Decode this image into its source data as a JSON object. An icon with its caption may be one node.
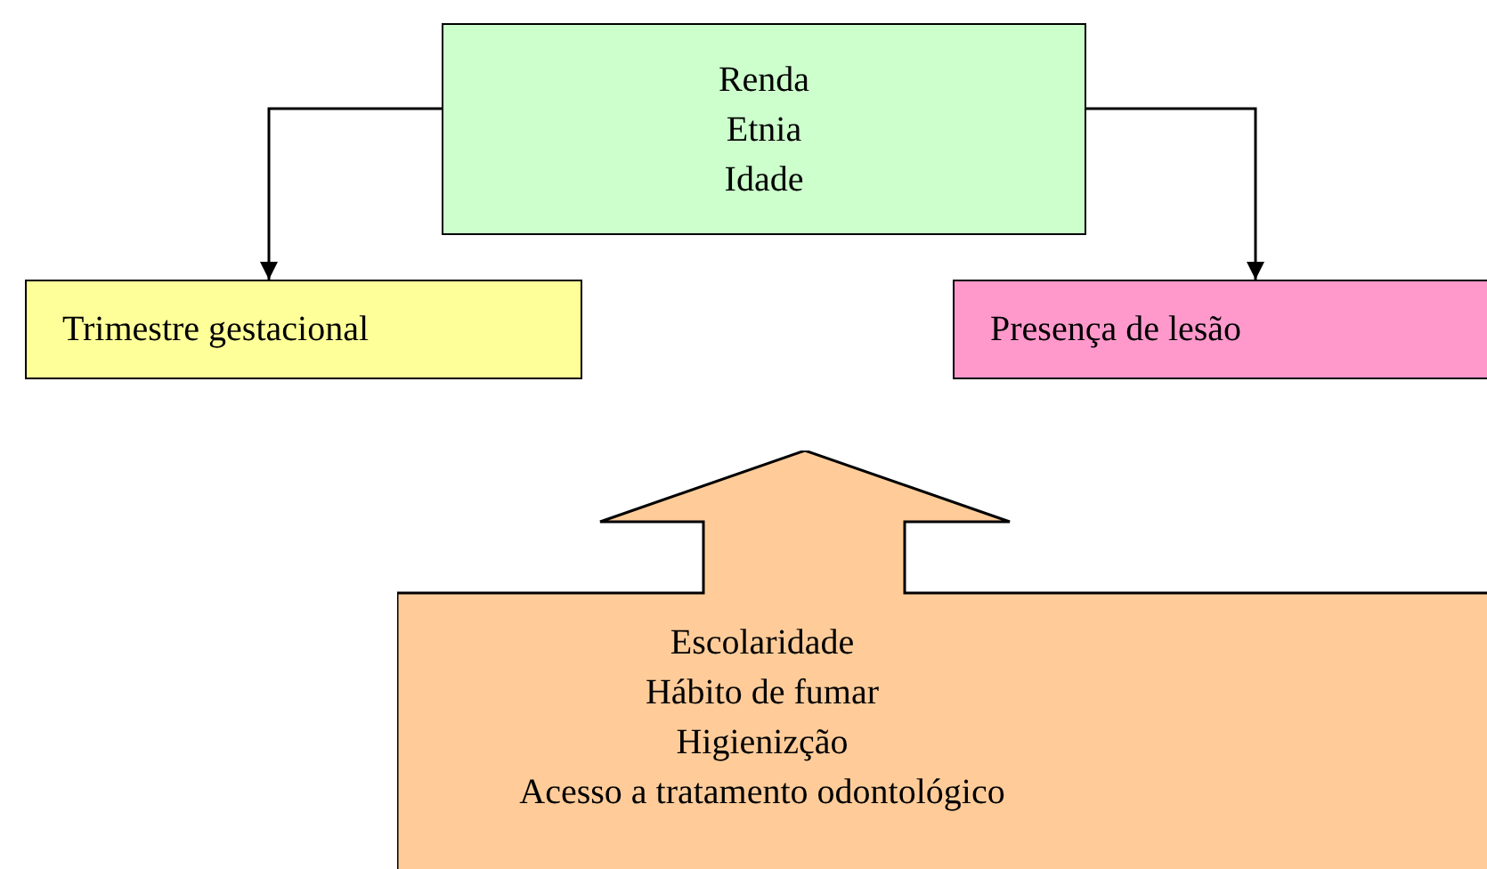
{
  "diagram": {
    "nodes": [
      {
        "text": [
          "Renda",
          "Etnia",
          "Idade"
        ]
      },
      {
        "text": [
          "Trimestre gestacional"
        ]
      },
      {
        "text": [
          "Presença de lesão"
        ]
      },
      {
        "text": [
          "Escolaridade",
          "Hábito de fumar",
          "Higienizção",
          "Acesso a tratamento odontológico"
        ]
      }
    ],
    "edges": [
      {
        "from": 0,
        "to": 1,
        "arrow": "to"
      },
      {
        "from": 0,
        "to": 2,
        "arrow": "to"
      }
    ]
  }
}
